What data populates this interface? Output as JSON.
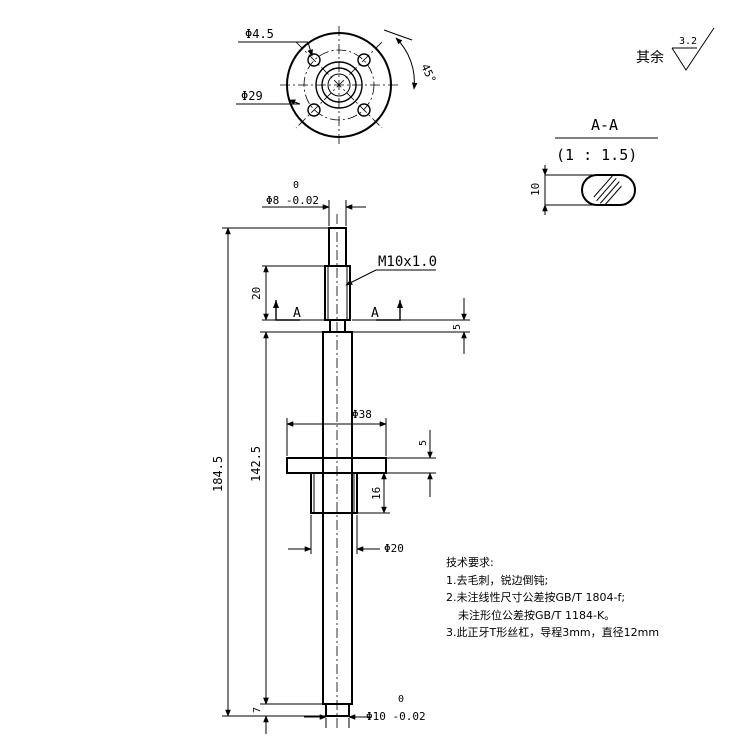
{
  "flange_view": {
    "hole_dia": "Φ4.5",
    "outer_dia": "Φ29",
    "angle": "45°"
  },
  "roughness": {
    "label": "其余",
    "value": "3.2"
  },
  "section": {
    "name": "A-A",
    "scale": "(1 : 1.5)",
    "flat_dim": "10"
  },
  "main_view": {
    "top_dia_upper": "0",
    "top_dia": "Φ8 -0.02",
    "thread": "M10x1.0",
    "dim_20": "20",
    "section_mark_left": "A",
    "section_mark_right": "A",
    "dim_5_groove": "5",
    "nut_dia": "Φ38",
    "dim_5_flange": "5",
    "total_length": "184.5",
    "thread_length": "142.5",
    "dim_16": "16",
    "boss_dia": "Φ20",
    "dim_7": "7",
    "bottom_dia_upper": "0",
    "bottom_dia": "Φ10 -0.02"
  },
  "notes": {
    "title": "技术要求:",
    "items": [
      "1.去毛刺，锐边倒钝;",
      "2.未注线性尺寸公差按GB/T 1804-f;",
      "未注形位公差按GB/T 1184-K。",
      "3.此正牙T形丝杠，导程3mm，直径12mm"
    ]
  }
}
